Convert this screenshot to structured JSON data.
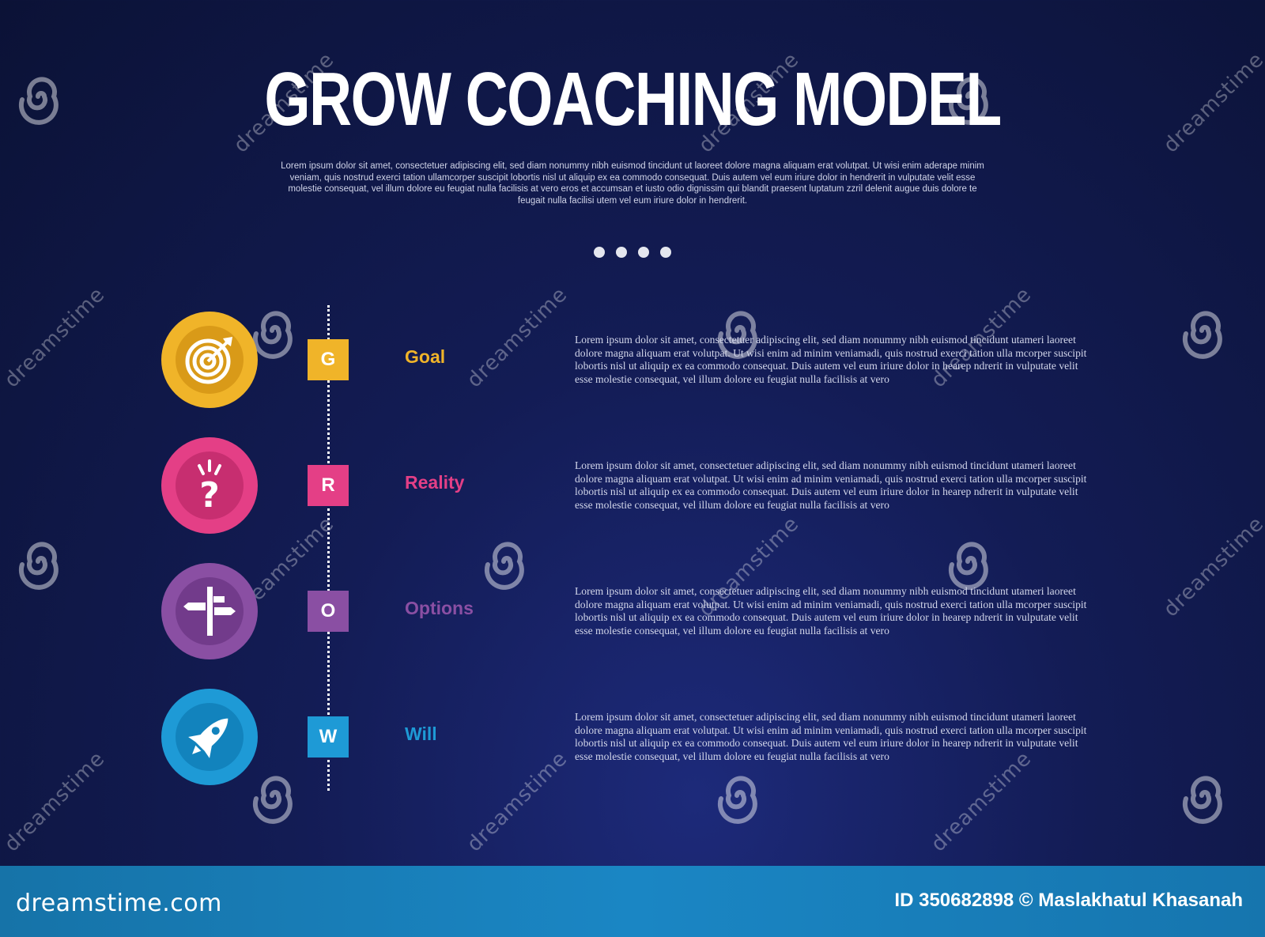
{
  "title": "GROW COACHING MODEL",
  "subtitle": "Lorem ipsum dolor sit amet, consectetuer adipiscing elit, sed diam nonummy nibh euismod tincidunt ut laoreet dolore magna aliquam erat volutpat. Ut wisi enim aderape minim veniam, quis nostrud exerci tation ullamcorper suscipit lobortis nisl ut aliquip ex ea commodo consequat. Duis autem vel eum iriure dolor in hendrerit in vulputate velit esse molestie consequat, vel illum dolore eu feugiat nulla facilisis at vero eros et accumsan et iusto odio dignissim qui blandit praesent luptatum zzril delenit augue duis dolore te feugait nulla facilisi utem vel eum iriure dolor in hendrerit.",
  "steps": [
    {
      "letter": "G",
      "label": "Goal",
      "icon": "target-icon",
      "color": "#f0b429",
      "color_dark": "#d99a18",
      "desc": "Lorem ipsum dolor sit amet, consectetuer adipiscing elit, sed diam nonummy nibh euismod tincidunt utameri laoreet dolore magna aliquam erat volutpat. Ut wisi enim ad minim veniamadi, quis nostrud exerci tation ulla mcorper suscipit lobortis nisl ut aliquip ex ea commodo consequat. Duis autem vel eum iriure dolor in hearep ndrerit in vulputate velit esse molestie consequat, vel illum dolore eu feugiat nulla facilisis at vero"
    },
    {
      "letter": "R",
      "label": "Reality",
      "icon": "question-mark-icon",
      "color": "#e43f86",
      "color_dark": "#c72e70",
      "desc": "Lorem ipsum dolor sit amet, consectetuer adipiscing elit, sed diam nonummy nibh euismod tincidunt utameri laoreet dolore magna aliquam erat volutpat. Ut wisi enim ad minim veniamadi, quis nostrud exerci tation ulla mcorper suscipit lobortis nisl ut aliquip ex ea commodo consequat. Duis autem vel eum iriure dolor in hearep ndrerit in vulputate velit esse molestie consequat, vel illum dolore eu feugiat nulla facilisis at vero"
    },
    {
      "letter": "O",
      "label": "Options",
      "icon": "signpost-icon",
      "color": "#8a4fa3",
      "color_dark": "#723b8b",
      "desc": "Lorem ipsum dolor sit amet, consectetuer adipiscing elit, sed diam nonummy nibh euismod tincidunt utameri laoreet dolore magna aliquam erat volutpat. Ut wisi enim ad minim veniamadi, quis nostrud exerci tation ulla mcorper suscipit lobortis nisl ut aliquip ex ea commodo consequat. Duis autem vel eum iriure dolor in hearep ndrerit in vulputate velit esse molestie consequat, vel illum dolore eu feugiat nulla facilisis at vero"
    },
    {
      "letter": "W",
      "label": "Will",
      "icon": "rocket-icon",
      "color": "#1e9ad6",
      "color_dark": "#1283bd",
      "desc": "Lorem ipsum dolor sit amet, consectetuer adipiscing elit, sed diam nonummy nibh euismod tincidunt utameri laoreet dolore magna aliquam erat volutpat. Ut wisi enim ad minim veniamadi, quis nostrud exerci tation ulla mcorper suscipit lobortis nisl ut aliquip ex ea commodo consequat. Duis autem vel eum iriure dolor in hearep ndrerit in vulputate velit esse molestie consequat, vel illum dolore eu feugiat nulla facilisis at vero"
    }
  ],
  "watermark": {
    "text": "dreamstime",
    "brand": "dreamstime.com",
    "credit": "ID 350682898 © Maslakhatul Khasanah"
  }
}
